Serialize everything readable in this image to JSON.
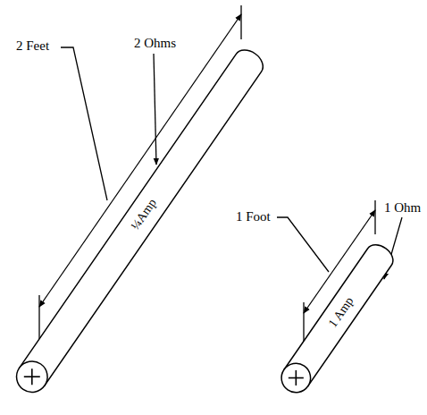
{
  "diagram": {
    "nodes": [
      {
        "text": [
          "¼Amp"
        ]
      },
      {
        "text": [
          "1 Amp"
        ]
      }
    ],
    "labels": [
      "2 Feet",
      "2 Ohms",
      "1 Foot",
      "1 Ohm"
    ]
  }
}
